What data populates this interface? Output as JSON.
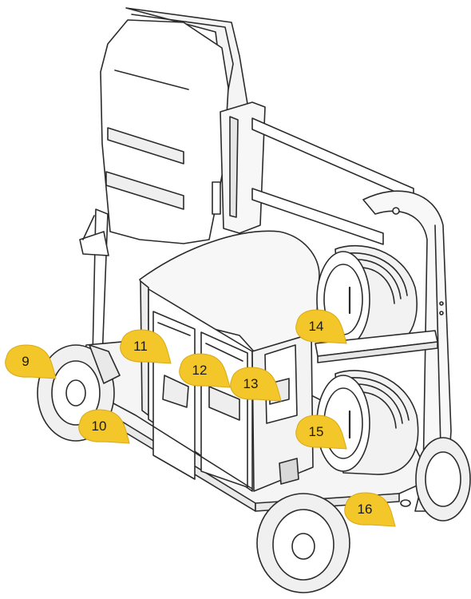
{
  "diagram": {
    "colors": {
      "line": "#2b2b2b",
      "fill": "#ffffff",
      "shade": "#e9e9e9",
      "callout": "#f3c62a",
      "callout_stroke": "#d8a915"
    },
    "callouts": [
      {
        "id": "c9",
        "label": "9"
      },
      {
        "id": "c10",
        "label": "10"
      },
      {
        "id": "c11",
        "label": "11"
      },
      {
        "id": "c12",
        "label": "12"
      },
      {
        "id": "c13",
        "label": "13"
      },
      {
        "id": "c14",
        "label": "14"
      },
      {
        "id": "c15",
        "label": "15"
      },
      {
        "id": "c16",
        "label": "16"
      }
    ]
  }
}
